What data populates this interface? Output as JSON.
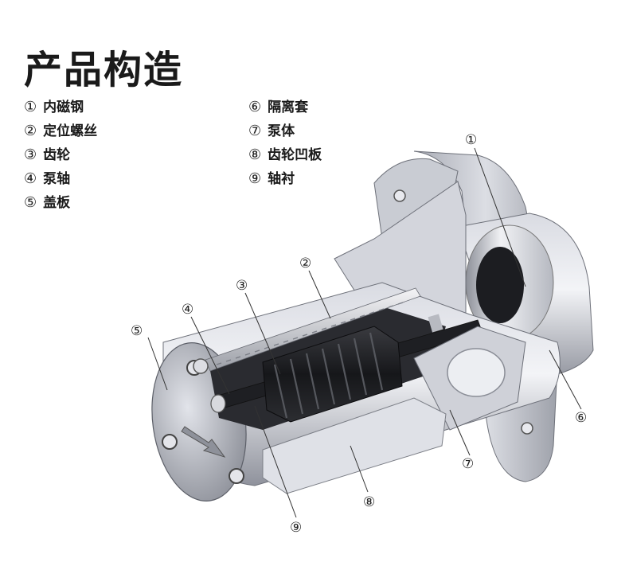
{
  "title": "产品构造",
  "parts": [
    {
      "num": "①",
      "name": "内磁钢"
    },
    {
      "num": "②",
      "name": "定位螺丝"
    },
    {
      "num": "③",
      "name": "齿轮"
    },
    {
      "num": "④",
      "name": "泵轴"
    },
    {
      "num": "⑤",
      "name": "盖板"
    },
    {
      "num": "⑥",
      "name": "隔离套"
    },
    {
      "num": "⑦",
      "name": "泵体"
    },
    {
      "num": "⑧",
      "name": "齿轮凹板"
    },
    {
      "num": "⑨",
      "name": "轴衬"
    }
  ],
  "callouts": [
    "①",
    "②",
    "③",
    "④",
    "⑤",
    "⑥",
    "⑦",
    "⑧",
    "⑨"
  ]
}
